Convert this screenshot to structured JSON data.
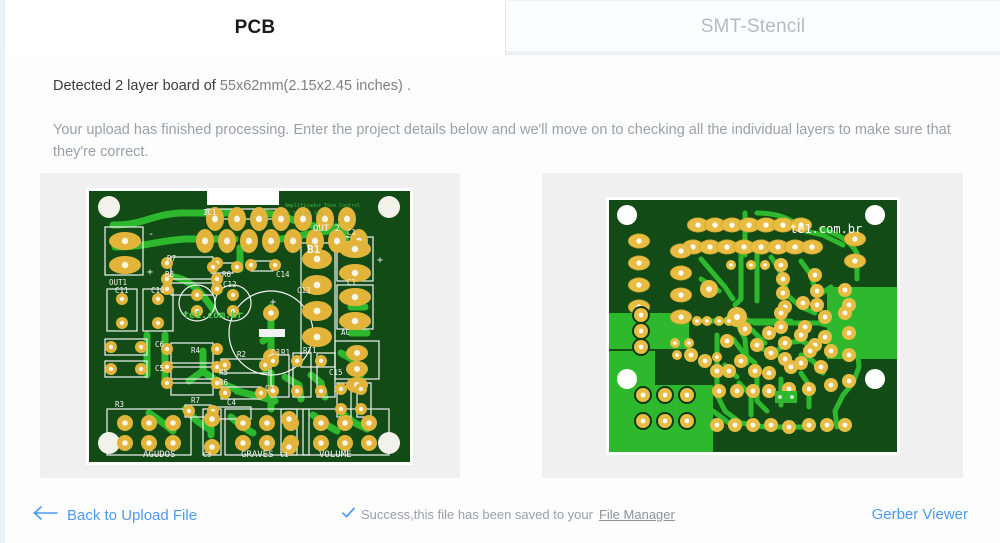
{
  "tabs": [
    {
      "id": "pcb",
      "label": "PCB",
      "active": true
    },
    {
      "id": "smt",
      "label": "SMT-Stencil",
      "active": false
    }
  ],
  "detected": {
    "prefix": "Detected 2 layer board of ",
    "dimensions": "55x62mm(2.15x2.45 inches)",
    "suffix": " ."
  },
  "intro": "Your upload has finished processing. Enter the project details below and we'll move on to checking all the individual layers to make sure that they're correct.",
  "boards": [
    {
      "id": "top-layer",
      "alt": "PCB top layer render",
      "silkscreen": [
        "IC1",
        "OUT1",
        "OUT 2",
        "B1",
        "R7",
        "R8",
        "R6",
        "R4",
        "R2",
        "R5",
        "R3",
        "R1",
        "C10",
        "C11",
        "C12",
        "C13",
        "C14",
        "C15",
        "C1",
        "C2",
        "C4",
        "C5",
        "C6",
        "C8",
        "C9",
        "AGUDOS",
        "GRAVES",
        "VOLUME",
        "te1.com.br",
        "AC"
      ],
      "brand": "te1.com.br"
    },
    {
      "id": "bottom-layer",
      "alt": "PCB bottom copper layer render",
      "silkscreen": [
        "te1.com.br"
      ],
      "brand": "te1.com.br"
    }
  ],
  "footer": {
    "back_label": "Back to Upload File",
    "back_icon": "arrow-left-icon",
    "status_icon": "check-icon",
    "status_prefix": "Success,this file has been saved to your ",
    "status_link": "File Manager",
    "viewer_label": "Gerber Viewer"
  },
  "colors": {
    "link": "#4a9bf0",
    "muted_text": "#9aa0a8",
    "body_text": "#3d3d3d",
    "panel_bg": "#f0f0f0",
    "tab_inactive_text": "#b4bac4",
    "pcb_soldermask": "#1c5c24",
    "pcb_copper": "#2db82d",
    "pcb_pad": "#e8b93c",
    "pcb_silk": "#ffffff",
    "pcb_hole": "#f2f2e8"
  }
}
